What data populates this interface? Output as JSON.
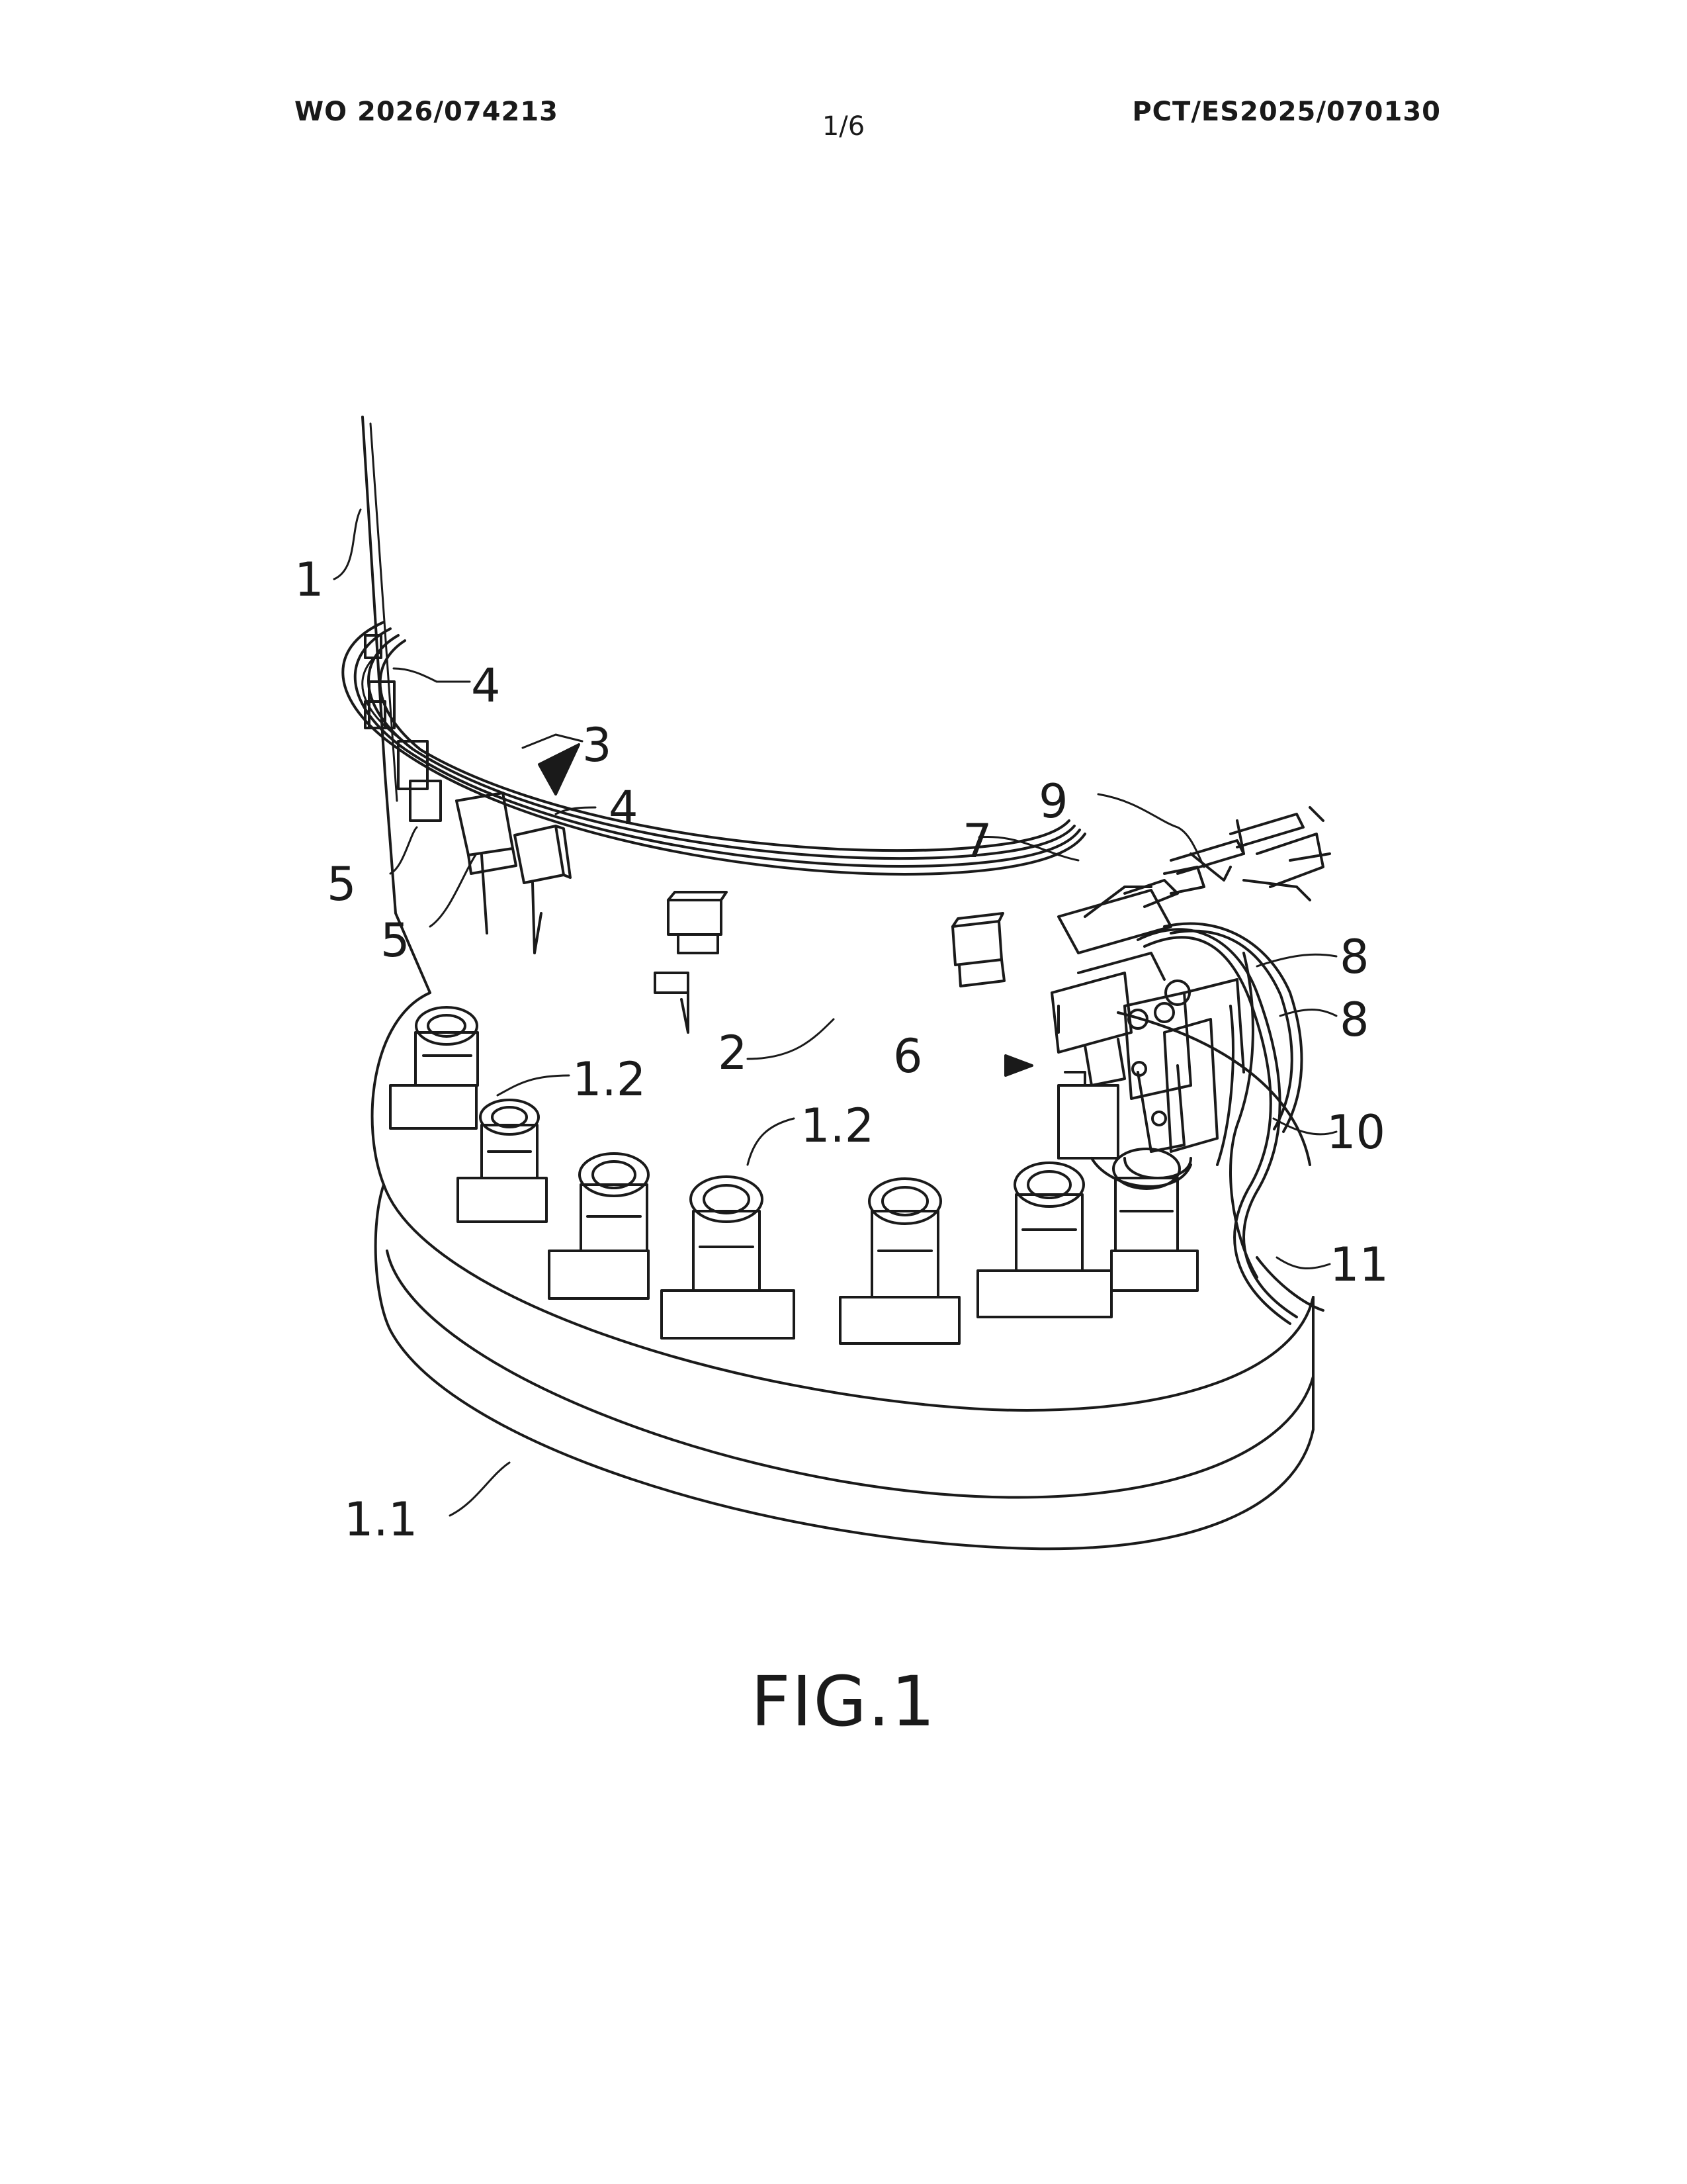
{
  "header": {
    "left": "WO 2026/074213",
    "page": "1/6",
    "right": "PCT/ES2025/070130"
  },
  "figure": {
    "caption": "FIG.1",
    "labels": {
      "l1": "1",
      "l4a": "4",
      "l3": "3",
      "l4b": "4",
      "l5a": "5",
      "l5b": "5",
      "l2": "2",
      "l12a": "1.2",
      "l12b": "1.2",
      "l9": "9",
      "l7": "7",
      "l8a": "8",
      "l8b": "8",
      "l6": "6",
      "l10": "10",
      "l11": "11",
      "l11b": "1.1"
    }
  }
}
